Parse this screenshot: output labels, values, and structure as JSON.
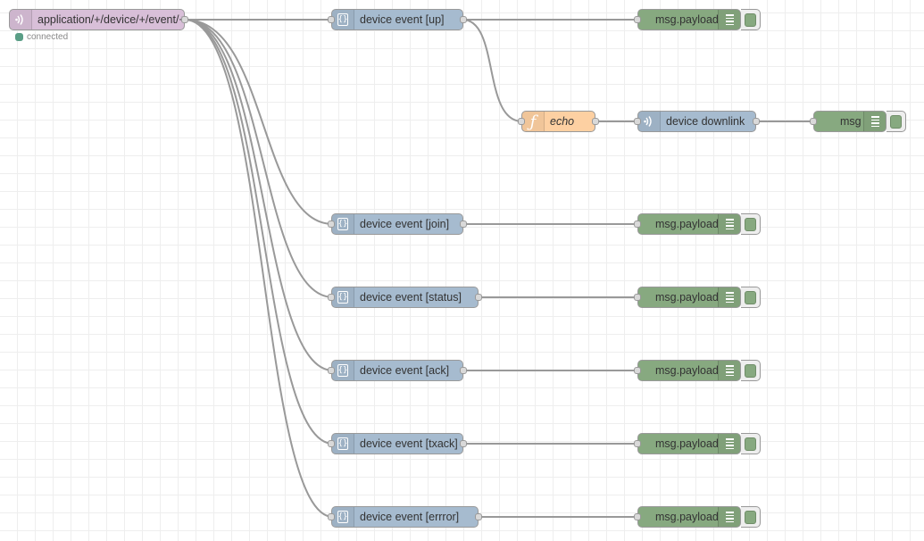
{
  "mqtt_in": {
    "label": "application/+/device/+/event/+",
    "status": "connected",
    "icon": "mqtt-icon"
  },
  "json_nodes": [
    {
      "label": "device event [up]"
    },
    {
      "label": "device event [join]"
    },
    {
      "label": "device event [status]"
    },
    {
      "label": "device event [ack]"
    },
    {
      "label": "device event [txack]"
    },
    {
      "label": "device event [errror]"
    }
  ],
  "function_node": {
    "label": "echo",
    "icon": "function-icon"
  },
  "mqtt_out": {
    "label": "device downlink",
    "icon": "mqtt-icon"
  },
  "debug_nodes": [
    {
      "label": "msg.payload"
    },
    {
      "label": "msg.payload"
    },
    {
      "label": "msg.payload"
    },
    {
      "label": "msg.payload"
    },
    {
      "label": "msg.payload"
    },
    {
      "label": "msg.payload"
    },
    {
      "label": "msg"
    }
  ],
  "colors": {
    "mqtt": "#d8bfd8",
    "json": "#a6bbcf",
    "function": "#fdd0a2",
    "debug": "#87a980",
    "wire": "#999999",
    "status_connected": "#5a9e86"
  }
}
